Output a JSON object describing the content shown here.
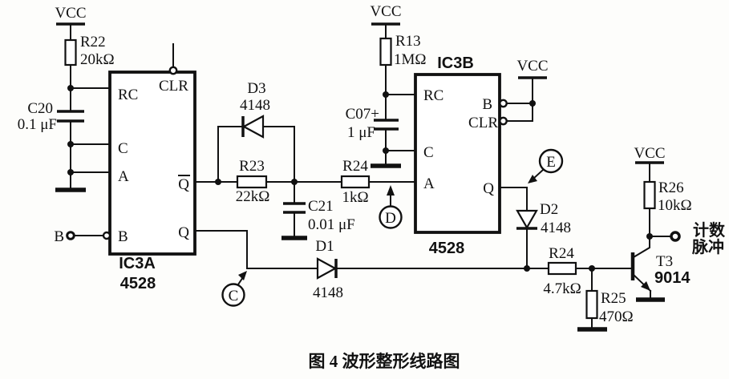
{
  "figure": {
    "caption": "图 4 波形整形线路图"
  },
  "power": {
    "vcc": "VCC"
  },
  "ic3a": {
    "name": "IC3A",
    "part": "4528",
    "pin_rc": "RC",
    "pin_clr": "CLR",
    "pin_c": "C",
    "pin_a": "A",
    "pin_b": "B",
    "pin_qbar": "Q",
    "pin_q": "Q"
  },
  "ic3b": {
    "name": "IC3B",
    "part": "4528",
    "pin_rc": "RC",
    "pin_c": "C",
    "pin_a": "A",
    "pin_b": "B",
    "pin_clr": "CLR",
    "pin_q": "Q"
  },
  "resistors": {
    "r22": {
      "ref": "R22",
      "value": "20kΩ"
    },
    "r13": {
      "ref": "R13",
      "value": "1MΩ"
    },
    "r23": {
      "ref": "R23",
      "value": "22kΩ"
    },
    "r24a": {
      "ref": "R24",
      "value": "1kΩ"
    },
    "r24b": {
      "ref": "R24",
      "value": "4.7kΩ"
    },
    "r25": {
      "ref": "R25",
      "value": "470Ω"
    },
    "r26": {
      "ref": "R26",
      "value": "10kΩ"
    }
  },
  "capacitors": {
    "c20": {
      "ref": "C20",
      "value": "0.1 μF"
    },
    "c21": {
      "ref": "C21",
      "value": "0.01 μF"
    },
    "c07": {
      "ref": "C07+",
      "value": "1 μF"
    }
  },
  "diodes": {
    "d1": {
      "ref": "D1",
      "value": "4148"
    },
    "d2": {
      "ref": "D2",
      "value": "4148"
    },
    "d3": {
      "ref": "D3",
      "value": "4148"
    }
  },
  "transistor": {
    "ref": "T3",
    "value": "9014"
  },
  "nodes": {
    "input_b": "B",
    "c": "C",
    "d": "D",
    "e": "E"
  },
  "output": {
    "line1": "计数",
    "line2": "脉冲"
  },
  "colors": {
    "ink": "#111111",
    "paper": "#ffffff"
  }
}
